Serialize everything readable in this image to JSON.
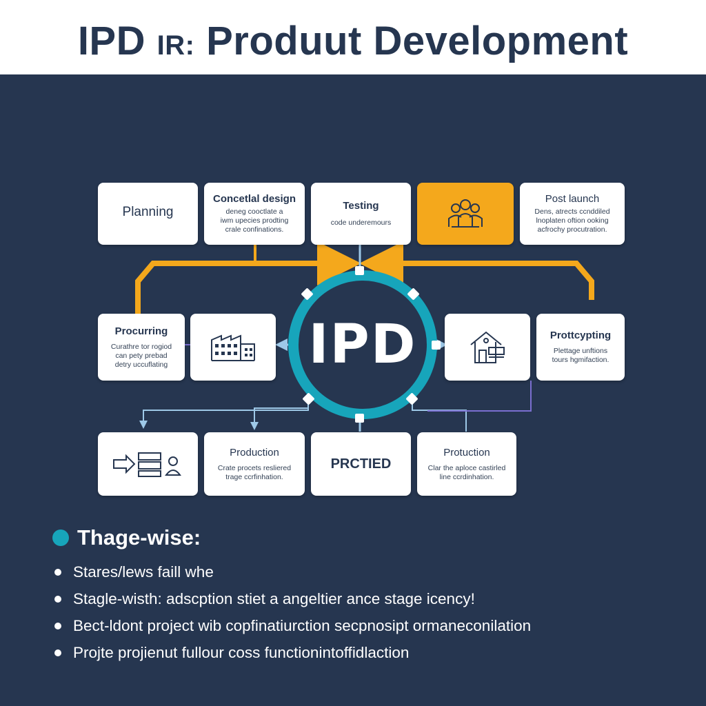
{
  "header": {
    "title_prefix": "IPD",
    "title_mid": "IR:",
    "title_rest": "Produut Development"
  },
  "hub": {
    "label": "IPD"
  },
  "cards": {
    "planning": {
      "title": "Planning"
    },
    "conceptual_design": {
      "title": "Concetlal design",
      "desc_1": "deneg cooctlate a",
      "desc_2": "iwm upecies prodting",
      "desc_3": "crale confinations."
    },
    "testing": {
      "title": "Testing",
      "desc": "code underemours"
    },
    "team": {
      "icon": "team-icon"
    },
    "post_launch": {
      "title": "Post launch",
      "desc_1": "Dens, atrects ccnddiled",
      "desc_2": "lnoplaten oftion ooking",
      "desc_3": "acfrochy procutration."
    },
    "procurring": {
      "title": "Procurring",
      "desc_1": "Curathre tor rogiod",
      "desc_2": "can pety prebad",
      "desc_3": "detry uccuflating"
    },
    "facility": {
      "icon": "factory-icon"
    },
    "house": {
      "icon": "house-icon"
    },
    "prototyping": {
      "title": "Prottcypting",
      "desc_1": "Plettage unftions",
      "desc_2": "tours hgmifaction."
    },
    "workflow": {
      "icon": "workflow-icon"
    },
    "production": {
      "title": "Production",
      "desc_1": "Crate procets resliered",
      "desc_2": "trage ccrfinhation."
    },
    "prctied": {
      "label": "PRCTIED"
    },
    "protuction": {
      "title": "Protuction",
      "desc_1": "Clar the aploce castirled",
      "desc_2": "line ccrdinhation."
    }
  },
  "colors": {
    "background": "#263650",
    "hub": "#17a5bb",
    "accent": "#f4a81c",
    "connector": "#9ec9e8",
    "connector_purple": "#7b6fd0"
  },
  "bullets": {
    "heading": "Thage-wise:",
    "items": [
      "Stares/lews faill whe",
      "Stagle-wisth: adscption stiet a angeltier ance stage icency!",
      "Bect-ldont project wib copfinatiurction secpnosipt ormaneconilation",
      "Projte projienut fullour coss functionintoffidlaction"
    ]
  }
}
